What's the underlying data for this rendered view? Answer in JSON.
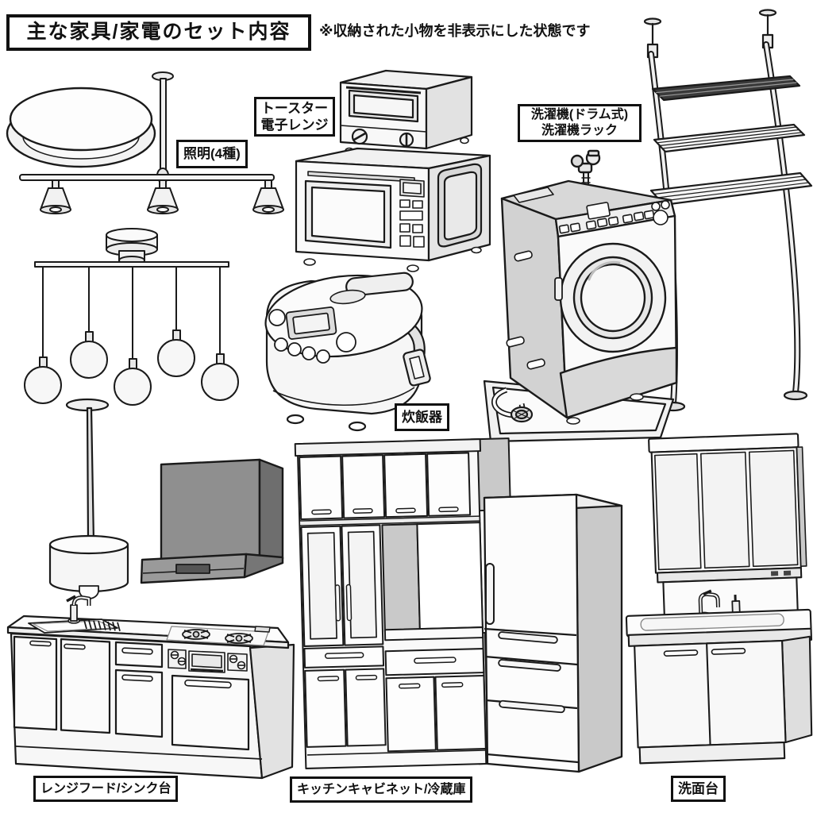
{
  "header": {
    "title": "主な家具/家電のセット内容",
    "note": "※収納された小物を非表示にした状態です"
  },
  "labels": {
    "lighting": "照明(4種)",
    "toaster_line1": "トースター",
    "toaster_line2": "電子レンジ",
    "washer_line1": "洗濯機(ドラム式)",
    "washer_line2": "洗濯機ラック",
    "rice_cooker": "炊飯器",
    "range_hood_sink": "レンジフード/シンク台",
    "kitchen_cabinet_fridge": "キッチンキャビネット/冷蔵庫",
    "washstand": "洗面台"
  },
  "illustrations": [
    "ceiling-light",
    "bar-pendant-3-lights",
    "globe-pendant-5-lights",
    "single-pendant-light",
    "toaster-oven",
    "microwave-oven",
    "rice-cooker",
    "drum-washing-machine",
    "washer-drain-pan",
    "laundry-rack",
    "range-hood",
    "sink-counter-unit",
    "kitchen-cabinet",
    "refrigerator",
    "washstand-unit"
  ],
  "colors": {
    "outline": "#1a1a1a",
    "white": "#ffffff",
    "light_gray": "#ededed",
    "mid_gray": "#d6d6d6",
    "panel_gray": "#c9c9c9",
    "hood_front": "#8f8f8f",
    "hood_side": "#6e6e6e",
    "shelf_dark": "#3a3a3a"
  }
}
